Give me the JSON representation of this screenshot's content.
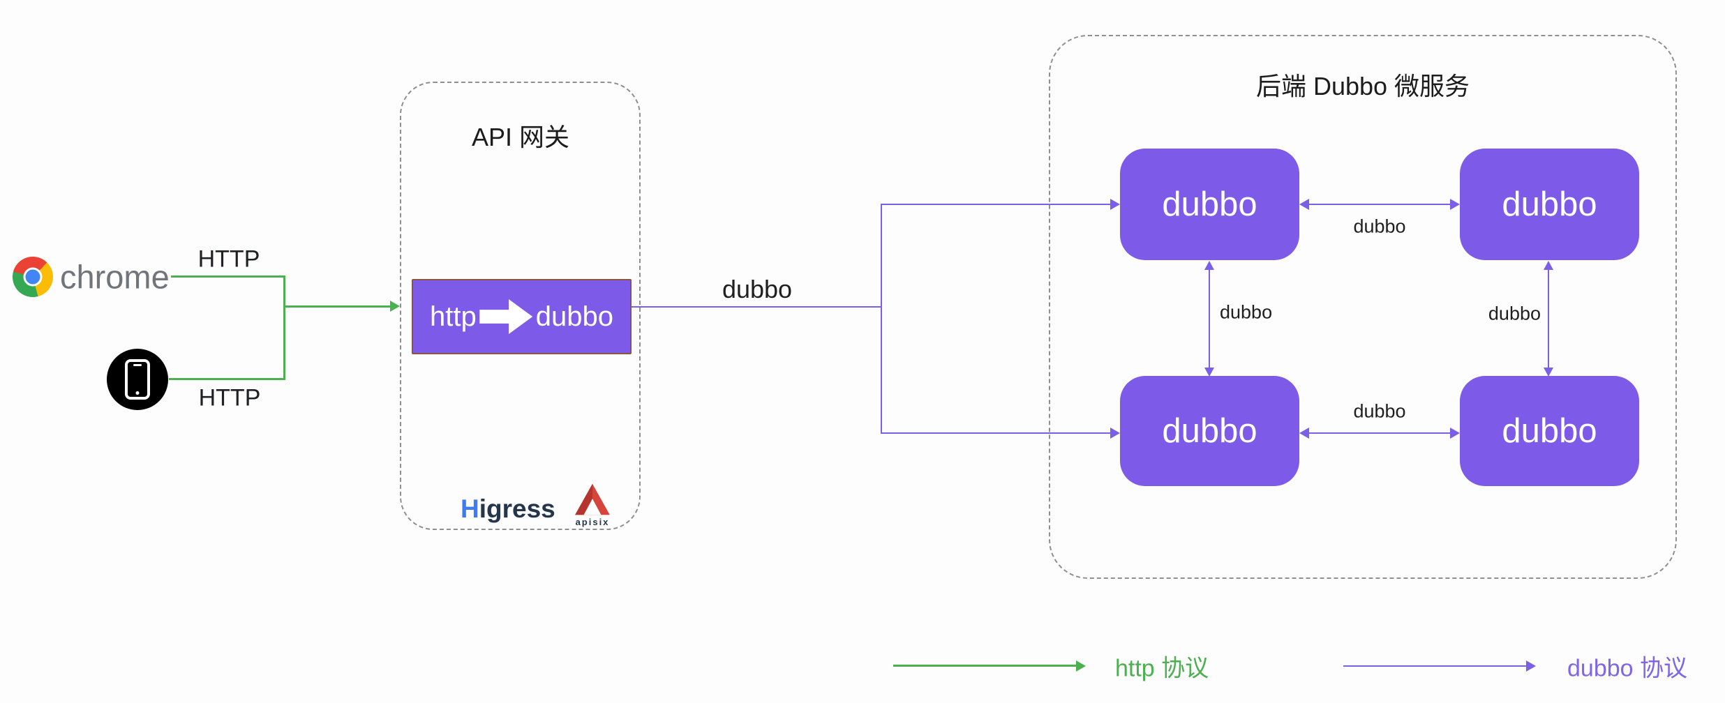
{
  "clients": {
    "chrome_label": "chrome",
    "http_label_top": "HTTP",
    "http_label_bottom": "HTTP"
  },
  "gateway": {
    "title": "API 网关",
    "converter": {
      "from": "http",
      "to": "dubbo"
    },
    "higress": {
      "h": "H",
      "rest": "igress"
    },
    "apisix_label": "apisix"
  },
  "trunk_label": "dubbo",
  "backend": {
    "title": "后端 Dubbo 微服务",
    "nodes": [
      "dubbo",
      "dubbo",
      "dubbo",
      "dubbo"
    ],
    "connector_labels": {
      "top_pair": "dubbo",
      "bottom_pair": "dubbo",
      "left_vertical": "dubbo",
      "right_vertical": "dubbo"
    }
  },
  "legend": {
    "http_label": "http 协议",
    "dubbo_label": "dubbo 协议"
  },
  "colors": {
    "purple_box": "#7D5BE8",
    "purple_line": "#7B5FE6",
    "purple_text": "#8165E8",
    "green": "#4CAF50",
    "dark_text": "#1F1F1F",
    "gray_text": "#70757B",
    "border_brown": "#8A563F",
    "dash_gray": "#8F8F8F",
    "higress_blue": "#3E7BF2",
    "logo_navy": "#25354C",
    "apisix_red": "#D6453C",
    "chrome_blue": "#4285F4",
    "chrome_red": "#EA4335",
    "chrome_yellow": "#FBBC05",
    "chrome_green": "#34A853"
  }
}
